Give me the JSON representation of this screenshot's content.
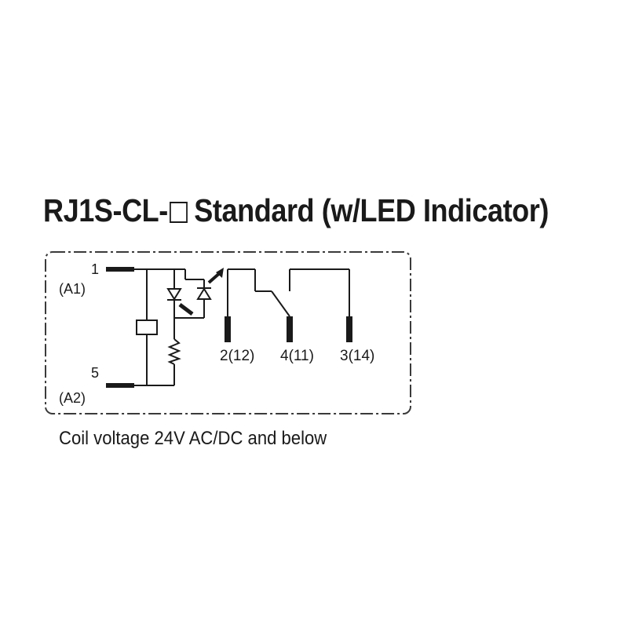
{
  "title": {
    "prefix": "RJ1S-CL-",
    "suffix": "Standard (w/LED Indicator)"
  },
  "terminals": {
    "t1": {
      "number": "1",
      "alias": "(A1)"
    },
    "t5": {
      "number": "5",
      "alias": "(A2)"
    },
    "t2": "2(12)",
    "t4": "4(11)",
    "t3": "3(14)"
  },
  "caption": "Coil voltage 24V AC/DC and below"
}
